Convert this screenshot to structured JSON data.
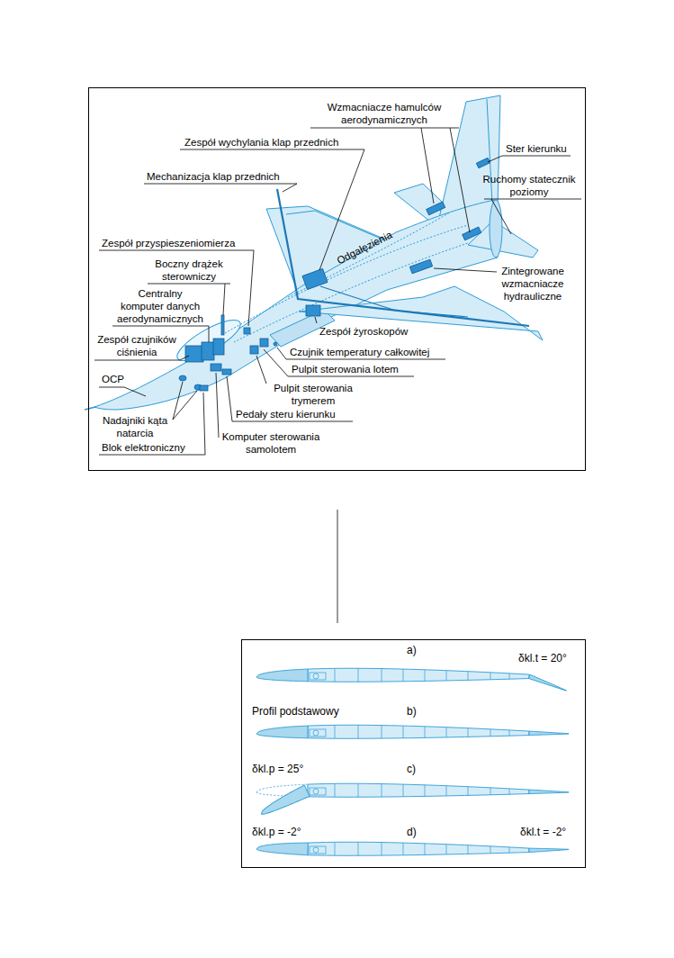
{
  "diagram": {
    "nodes": [
      {
        "text": [
          "Wzmacniacze hamulców aerodynamicznych",
          "Zespół wychylania klap przednich",
          "Ster kierunku",
          "Mechanizacja klap przednich",
          "Ruchomy statecznik poziomy",
          "Zespół przyspieszeniomierza",
          "Odgałęzienia",
          "Boczny drążek sterowniczy",
          "Zintegrowane wzmacniacze hydrauliczne",
          "Centralny komputer danych aerodynamicznych",
          "Zespół żyroskopów",
          "Zespół czujników ciśnienia",
          "Czujnik temperatury całkowitej",
          "Pulpit sterowania lotem",
          "OCP",
          "Pulpit sterowania trymerem",
          "Pedały steru kierunku",
          "Nadajniki kąta natarcia",
          "Komputer sterowania samolotem",
          "Blok elektroniczny"
        ]
      },
      {
        "text": [
          "a)",
          "δkl.t = 20°",
          "Profil podstawowy",
          "b)",
          "δkl.p = 25°",
          "c)",
          "δkl.p = -2°",
          "d)",
          "δkl.t = -2°"
        ]
      }
    ]
  }
}
